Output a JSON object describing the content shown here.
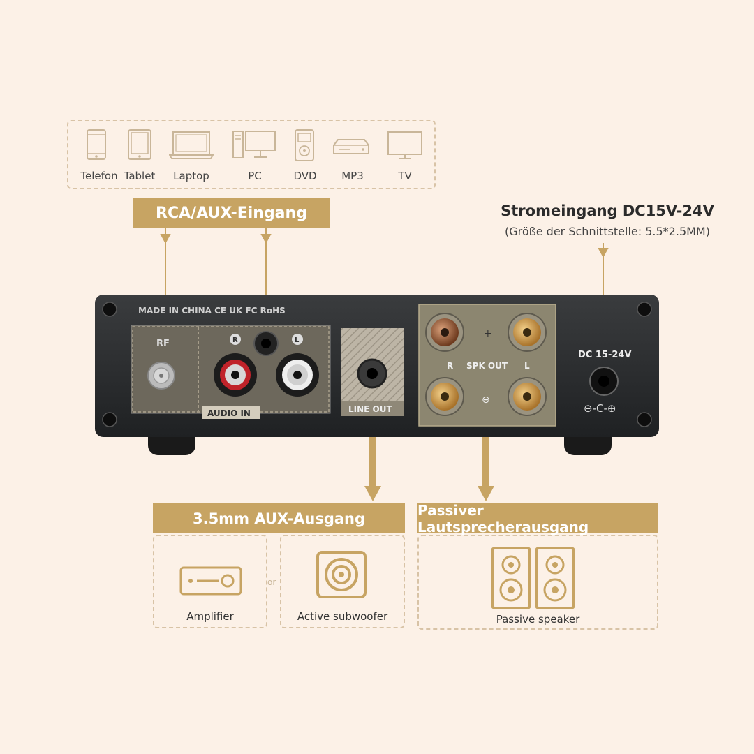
{
  "input_devices": [
    {
      "label": "Telefon",
      "icon": "phone-icon"
    },
    {
      "label": "Tablet",
      "icon": "tablet-icon"
    },
    {
      "label": "Laptop",
      "icon": "laptop-icon"
    },
    {
      "label": "PC",
      "icon": "pc-icon"
    },
    {
      "label": "DVD",
      "icon": "dvd-icon"
    },
    {
      "label": "MP3",
      "icon": "mp3-icon"
    },
    {
      "label": "TV",
      "icon": "tv-icon"
    }
  ],
  "rca_banner": "RCA/AUX-Eingang",
  "power": {
    "title": "Stromeingang DC15V-24V",
    "subtitle": "(Größe der Schnittstelle: 5.5*2.5MM)"
  },
  "panel": {
    "marking": "MADE IN CHINA CE UK FC RoHS",
    "rf": "RF",
    "channel_r": "R",
    "channel_l": "L",
    "audio_in": "AUDIO IN",
    "line_out": "LINE OUT",
    "spk_out": "SPK OUT",
    "spk_r": "R",
    "spk_l": "L",
    "plus": "+",
    "minus": "⊖",
    "dc": "DC 15-24V"
  },
  "aux_out_banner": "3.5mm AUX-Ausgang",
  "speaker_banner": "Passiver Lautsprecherausgang",
  "outputs": {
    "amplifier": "Amplifier",
    "or": "or",
    "subwoofer": "Active subwoofer",
    "passive_speaker": "Passive speaker"
  },
  "colors": {
    "background": "#fcf1e7",
    "gold": "#c7a463",
    "panel": "#2b2d2f"
  }
}
